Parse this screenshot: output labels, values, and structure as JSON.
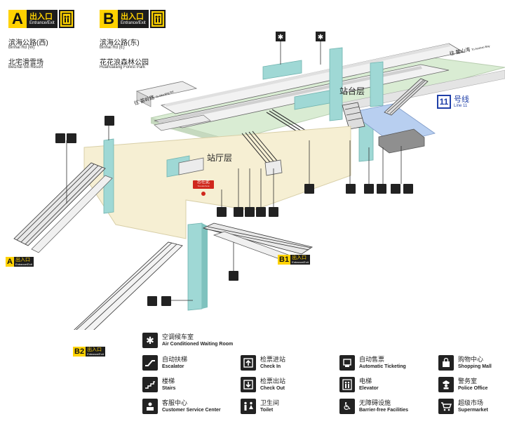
{
  "exits": {
    "a": {
      "letter": "A",
      "cn": "出入口",
      "en": "Entrance/Exit",
      "line1_cn": "滨海公路(西)",
      "line1_en": "Binhai Rd (W)",
      "line2_cn": "北宅滑雪场",
      "line2_en": "Beizhai Ski Resort"
    },
    "b": {
      "letter": "B",
      "cn": "出入口",
      "en": "Entrance/Exit",
      "line1_cn": "滨海公路(东)",
      "line1_en": "Binhai Rd (E)",
      "line2_cn": "花花浪森林公园",
      "line2_en": "Huahualang Forest Park"
    }
  },
  "line": {
    "number": "11",
    "cn": "号线",
    "en": "Line 11"
  },
  "labels": {
    "platform": "站台层",
    "concourse": "站厅层",
    "dir_left_cn": "往 苗岭路",
    "dir_left_en": "To Miaoling Rd",
    "dir_right_cn": "往 鳌山湾",
    "dir_right_en": "To Aoshan Bay",
    "you_are_here_cn": "您在此",
    "you_are_here_en": "You are here"
  },
  "entrance_tags": {
    "a": {
      "letter": "A",
      "cn": "出入口",
      "en": "Entrance/Exit"
    },
    "b1": {
      "letter": "B1",
      "cn": "出入口",
      "en": "Entrance/Exit"
    },
    "b2": {
      "letter": "B2",
      "cn": "出入口",
      "en": "Entrance/Exit"
    }
  },
  "legend": {
    "waiting": {
      "cn": "空调候车室",
      "en": "Air Conditioned Waiting Room",
      "icon": "snowflake-icon"
    },
    "escalator": {
      "cn": "自动扶梯",
      "en": "Escalator",
      "icon": "escalator-icon"
    },
    "stairs": {
      "cn": "楼梯",
      "en": "Stairs",
      "icon": "stairs-icon"
    },
    "service": {
      "cn": "客服中心",
      "en": "Customer Service Center",
      "icon": "service-icon"
    },
    "check_in": {
      "cn": "检票进站",
      "en": "Check In",
      "icon": "check-in-icon"
    },
    "check_out": {
      "cn": "检票出站",
      "en": "Check Out",
      "icon": "check-out-icon"
    },
    "toilet": {
      "cn": "卫生间",
      "en": "Toilet",
      "icon": "toilet-icon"
    },
    "ticketing": {
      "cn": "自动售票",
      "en": "Automatic Ticketing",
      "icon": "ticket-icon"
    },
    "elevator": {
      "cn": "电梯",
      "en": "Elevator",
      "icon": "elevator-icon"
    },
    "barrier_free": {
      "cn": "无障碍设施",
      "en": "Barrier-free Facilities",
      "icon": "wheelchair-icon"
    },
    "shopping": {
      "cn": "购物中心",
      "en": "Shopping Mall",
      "icon": "shopping-icon"
    },
    "police": {
      "cn": "警务室",
      "en": "Police Office",
      "icon": "police-icon"
    },
    "supermarket": {
      "cn": "超级市场",
      "en": "Supermarket",
      "icon": "cart-icon"
    }
  },
  "colors": {
    "accent": "#ffd200",
    "dark": "#1d1d1d",
    "line11": "#1f3fa8",
    "concourse_fill": "#f6efd3",
    "platform_fill": "#d9ecd3",
    "teal": "#9fd8d5"
  }
}
